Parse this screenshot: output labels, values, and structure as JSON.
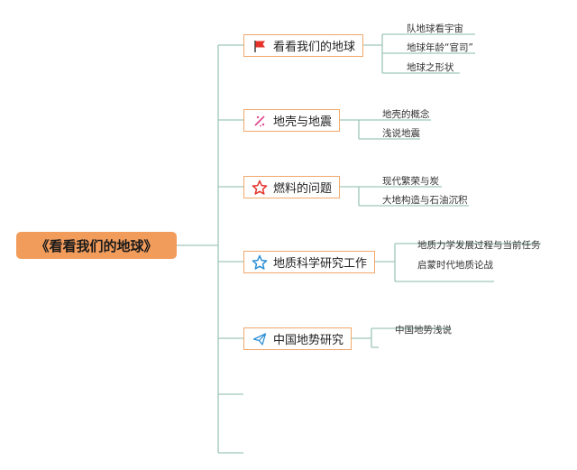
{
  "root": {
    "label": "《看看我们的地球》"
  },
  "branches": [
    {
      "label": "看看我们的地球",
      "icon": "red-flag-icon",
      "leaves": [
        "队地球看宇宙",
        "地球年龄“官司”",
        "地球之形状"
      ]
    },
    {
      "label": "地壳与地震",
      "icon": "sparkle-icon",
      "leaves": [
        "地壳的概念",
        "浅说地震"
      ]
    },
    {
      "label": "燃料的问题",
      "icon": "red-star-icon",
      "leaves": [
        "现代繁荣与炭",
        "大地构造与石油沉积"
      ]
    },
    {
      "label": "地质科学研究工作",
      "icon": "blue-star-icon",
      "leaves": [
        "地质力学发展过程与当前任务",
        "启蒙时代地质论战"
      ]
    },
    {
      "label": "中国地势研究",
      "icon": "paper-plane-icon",
      "leaves": [
        "中国地势浅说"
      ]
    }
  ],
  "colors": {
    "root_fill": "#f29c5c",
    "branch_border": "#f2a86b",
    "connector": "#9fc7bb"
  }
}
